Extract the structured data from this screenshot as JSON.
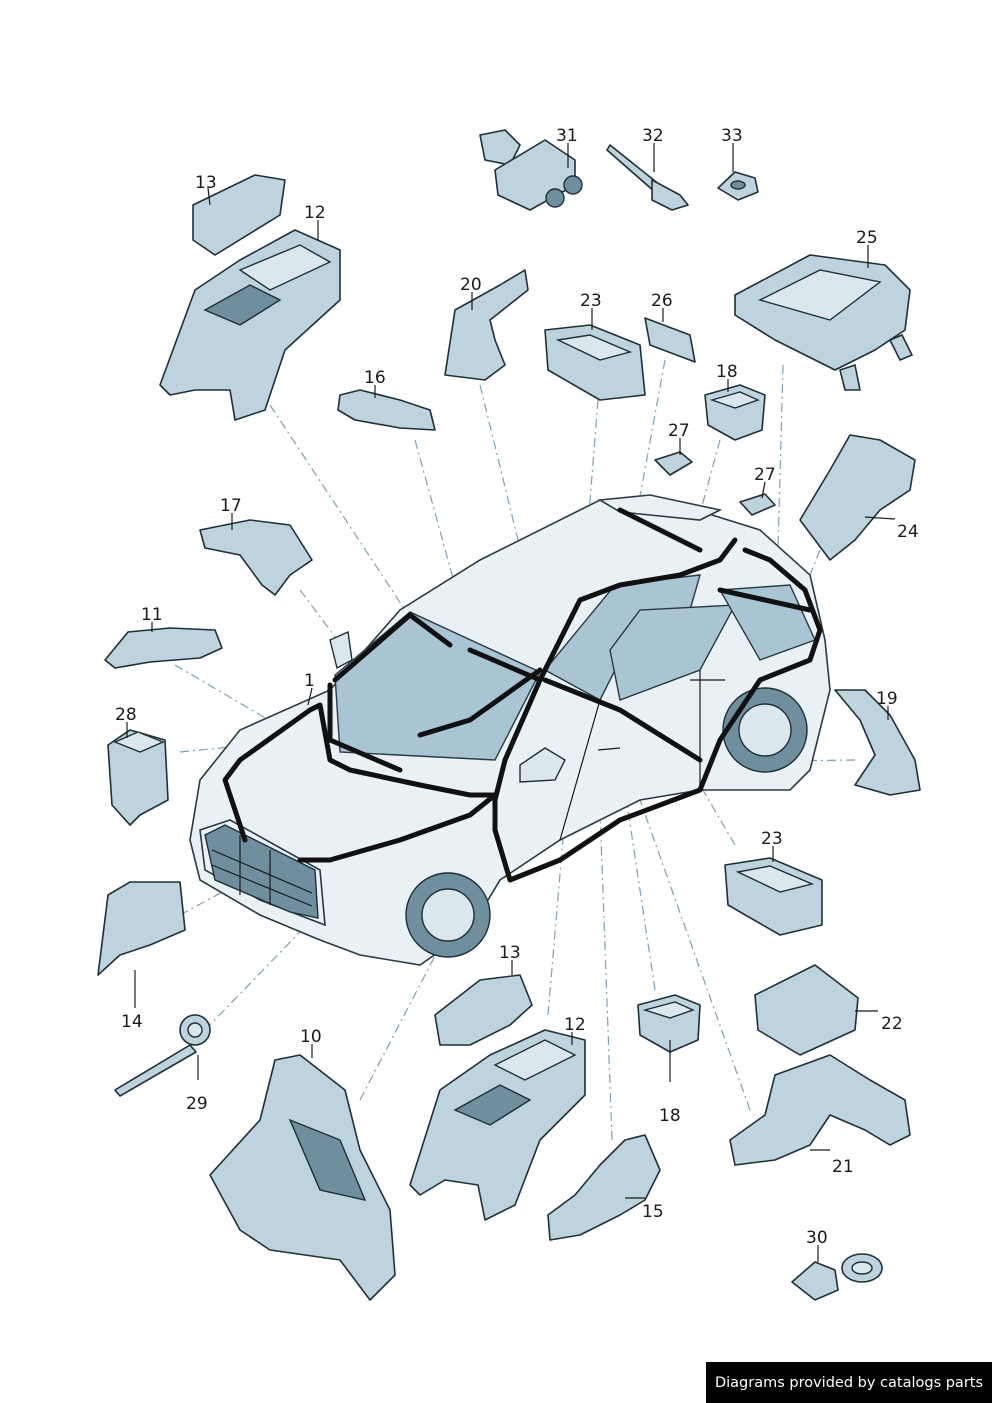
{
  "credit": "Diagrams provided by catalogs parts",
  "callouts": [
    {
      "id": "c1",
      "text": "1"
    },
    {
      "id": "c10",
      "text": "10"
    },
    {
      "id": "c11",
      "text": "11"
    },
    {
      "id": "c12a",
      "text": "12"
    },
    {
      "id": "c12b",
      "text": "12"
    },
    {
      "id": "c13a",
      "text": "13"
    },
    {
      "id": "c13b",
      "text": "13"
    },
    {
      "id": "c14",
      "text": "14"
    },
    {
      "id": "c15",
      "text": "15"
    },
    {
      "id": "c16",
      "text": "16"
    },
    {
      "id": "c17",
      "text": "17"
    },
    {
      "id": "c18a",
      "text": "18"
    },
    {
      "id": "c18b",
      "text": "18"
    },
    {
      "id": "c19",
      "text": "19"
    },
    {
      "id": "c20",
      "text": "20"
    },
    {
      "id": "c21",
      "text": "21"
    },
    {
      "id": "c22",
      "text": "22"
    },
    {
      "id": "c23a",
      "text": "23"
    },
    {
      "id": "c23b",
      "text": "23"
    },
    {
      "id": "c24",
      "text": "24"
    },
    {
      "id": "c25",
      "text": "25"
    },
    {
      "id": "c26",
      "text": "26"
    },
    {
      "id": "c27a",
      "text": "27"
    },
    {
      "id": "c27b",
      "text": "27"
    },
    {
      "id": "c28",
      "text": "28"
    },
    {
      "id": "c29",
      "text": "29"
    },
    {
      "id": "c30",
      "text": "30"
    },
    {
      "id": "c31",
      "text": "31"
    },
    {
      "id": "c32",
      "text": "32"
    },
    {
      "id": "c33",
      "text": "33"
    }
  ]
}
